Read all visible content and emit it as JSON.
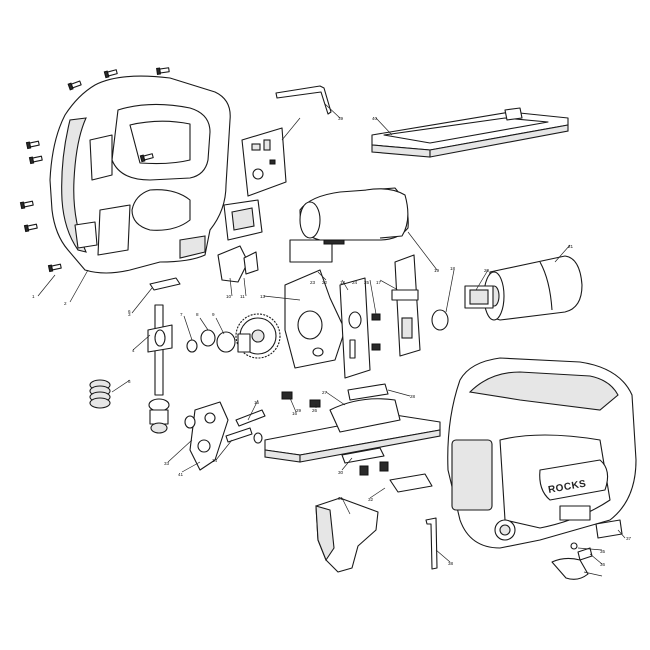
{
  "brand": {
    "logo_text": "ROCKS"
  },
  "callouts": [
    {
      "id": "c1",
      "label": "1"
    },
    {
      "id": "c2",
      "label": "2"
    },
    {
      "id": "c3",
      "label": "3"
    },
    {
      "id": "c4",
      "label": "4"
    },
    {
      "id": "c5",
      "label": "5"
    },
    {
      "id": "c6",
      "label": "6"
    },
    {
      "id": "c7",
      "label": "7"
    },
    {
      "id": "c8",
      "label": "8"
    },
    {
      "id": "c9",
      "label": "9"
    },
    {
      "id": "c10",
      "label": "10"
    },
    {
      "id": "c11",
      "label": "11"
    },
    {
      "id": "c13",
      "label": "13"
    },
    {
      "id": "c14",
      "label": "14"
    },
    {
      "id": "c15",
      "label": "15"
    },
    {
      "id": "c16",
      "label": "16"
    },
    {
      "id": "c17",
      "label": "17"
    },
    {
      "id": "c18",
      "label": "18"
    },
    {
      "id": "c19",
      "label": "19"
    },
    {
      "id": "c20",
      "label": "20"
    },
    {
      "id": "c21",
      "label": "21"
    },
    {
      "id": "c22",
      "label": "22"
    },
    {
      "id": "c23",
      "label": "23"
    },
    {
      "id": "c24",
      "label": "24"
    },
    {
      "id": "c25",
      "label": "25"
    },
    {
      "id": "c26",
      "label": "26"
    },
    {
      "id": "c27",
      "label": "27"
    },
    {
      "id": "c28",
      "label": "28"
    },
    {
      "id": "c29",
      "label": "29"
    },
    {
      "id": "c30",
      "label": "30"
    },
    {
      "id": "c31",
      "label": "31"
    },
    {
      "id": "c32",
      "label": "32"
    },
    {
      "id": "c33",
      "label": "33"
    },
    {
      "id": "c34",
      "label": "34"
    },
    {
      "id": "c35",
      "label": "35"
    },
    {
      "id": "c36",
      "label": "36"
    },
    {
      "id": "c37",
      "label": "37"
    },
    {
      "id": "c38",
      "label": "38"
    },
    {
      "id": "c39",
      "label": "39"
    },
    {
      "id": "c40",
      "label": "40"
    },
    {
      "id": "c41",
      "label": "41"
    }
  ]
}
